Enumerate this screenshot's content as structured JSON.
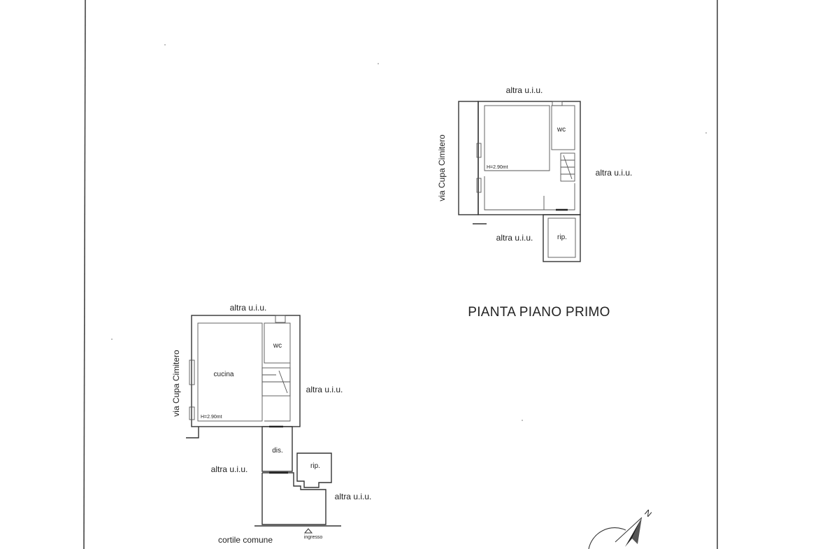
{
  "first_floor": {
    "title": "PIANTA PIANO PRIMO",
    "top_neighbor": "altra u.i.u.",
    "right_neighbor": "altra u.i.u.",
    "bottom_neighbor": "altra u.i.u.",
    "street": "via Cupa Cimitero",
    "wc": "wc",
    "storage": "rip.",
    "height": "H=2.90mt"
  },
  "ground_floor": {
    "top_neighbor": "altra u.i.u.",
    "right_neighbor": "altra u.i.u.",
    "left_neighbor": "altra u.i.u.",
    "lower_right_neighbor": "altra u.i.u.",
    "street": "via Cupa Cimitero",
    "kitchen": "cucina",
    "wc": "wc",
    "hall": "dis.",
    "storage": "rip.",
    "height": "H=2.90mt",
    "courtyard": "cortile comune",
    "entrance": "ingresso"
  },
  "north_arrow": {
    "label": "N"
  }
}
